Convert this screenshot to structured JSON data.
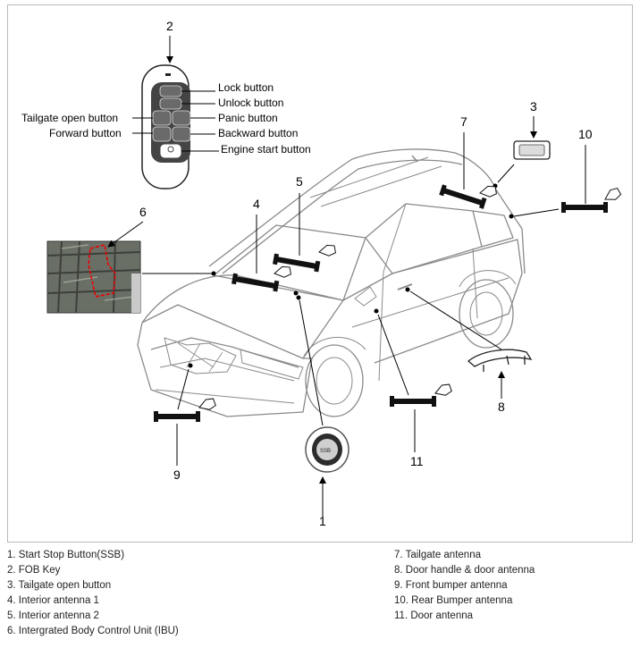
{
  "callouts": {
    "n1": "1",
    "n2": "2",
    "n3": "3",
    "n4": "4",
    "n5": "5",
    "n6": "6",
    "n7": "7",
    "n8": "8",
    "n9": "9",
    "n10": "10",
    "n11": "11"
  },
  "fob_labels": {
    "lock": "Lock button",
    "unlock": "Unlock button",
    "panic": "Panic button",
    "backward": "Backward button",
    "engine": "Engine start button",
    "tailgate": "Tailgate open button",
    "forward": "Forward button"
  },
  "legend": {
    "left": [
      "1. Start Stop Button(SSB)",
      "2. FOB Key",
      "3. Tailgate open button",
      "4. Interior antenna 1",
      "5. Interior antenna 2",
      "6. Intergrated Body Control Unit (IBU)"
    ],
    "right": [
      "7. Tailgate antenna",
      "8. Door handle & door antenna",
      "9. Front bumper antenna",
      "10. Rear Bumper antenna",
      "11. Door antenna"
    ]
  }
}
